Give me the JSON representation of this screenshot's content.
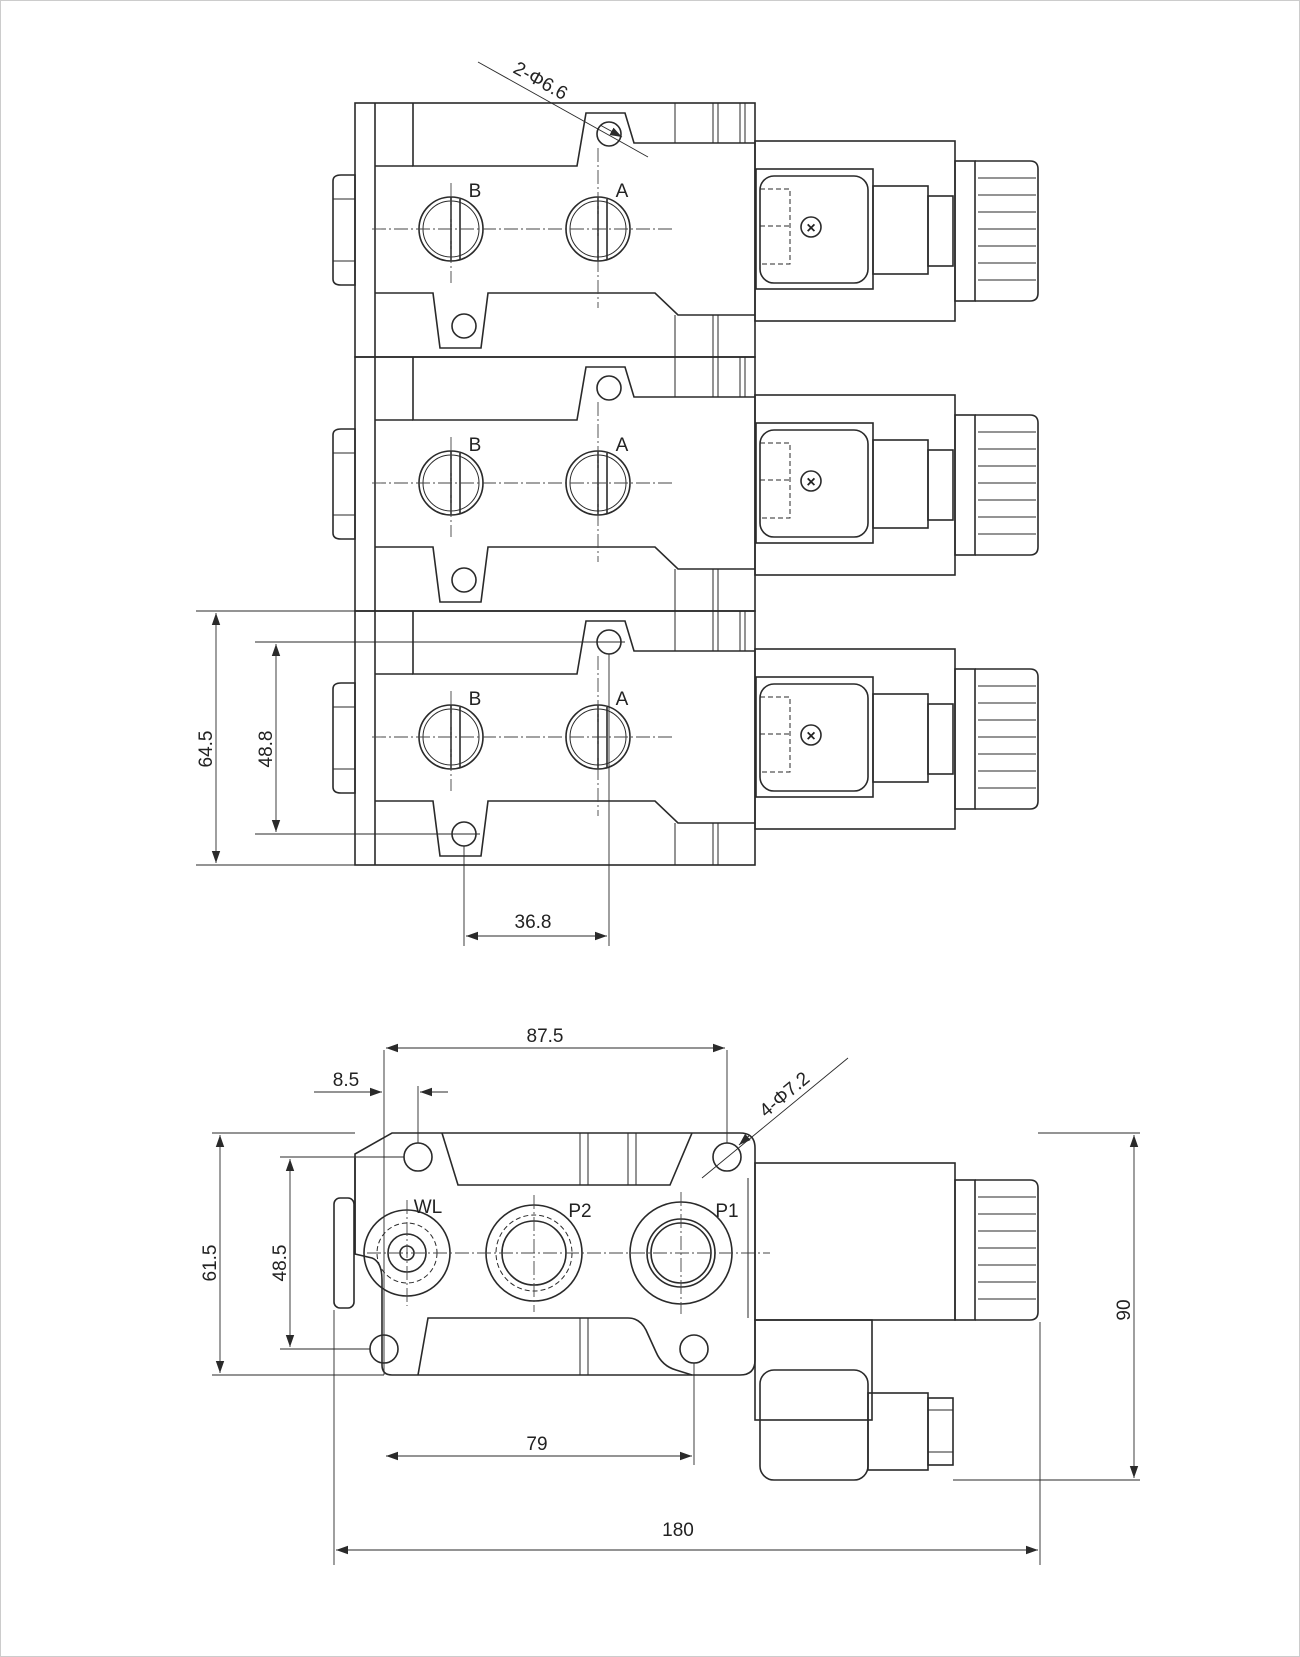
{
  "colors": {
    "line": "#2a2a2a",
    "background": "#ffffff",
    "border": "#cccccc"
  },
  "top_view": {
    "port_labels": {
      "left": "B",
      "right": "A"
    },
    "mounting_hole_callout": "2-Φ6.6",
    "dimensions": {
      "overall_height": "64.5",
      "hole_spacing_vertical": "48.8",
      "hole_spacing_horizontal": "36.8"
    }
  },
  "side_view": {
    "port_labels": {
      "drain": "WL",
      "pressure_2": "P2",
      "pressure_1": "P1"
    },
    "mounting_hole_callout": "4-Φ7.2",
    "dimensions": {
      "hole_spacing_top": "87.5",
      "hole_offset": "8.5",
      "hole_spacing_bottom": "79",
      "overall_length": "180",
      "body_height": "61.5",
      "hole_spacing_vertical": "48.5",
      "coil_height": "90"
    }
  }
}
